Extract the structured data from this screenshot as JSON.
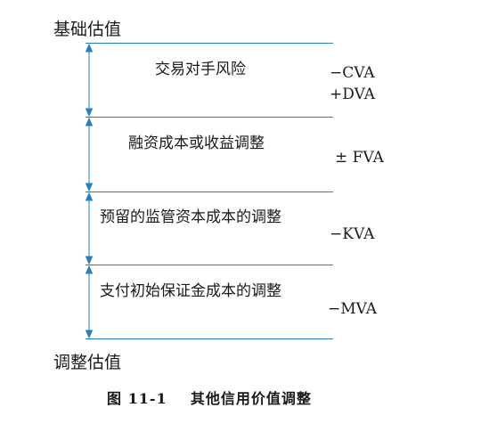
{
  "diagram": {
    "top_label": "基础估值",
    "bottom_label": "调整估值",
    "rows": [
      {
        "label": "交易对手风险",
        "adjustments": [
          "−CVA",
          "+DVA"
        ]
      },
      {
        "label": "融资成本或收益调整",
        "adjustments": [
          "± FVA"
        ]
      },
      {
        "label": "预留的监管资本成本的调整",
        "adjustments": [
          "−KVA"
        ]
      },
      {
        "label": "支付初始保证金成本的调整",
        "adjustments": [
          "−MVA"
        ]
      }
    ],
    "caption": "图 11-1    其他信用价值调整",
    "colors": {
      "rule": "#2a7fc0",
      "arrow": "#2a7fc0",
      "text": "#1a1a1a"
    }
  }
}
